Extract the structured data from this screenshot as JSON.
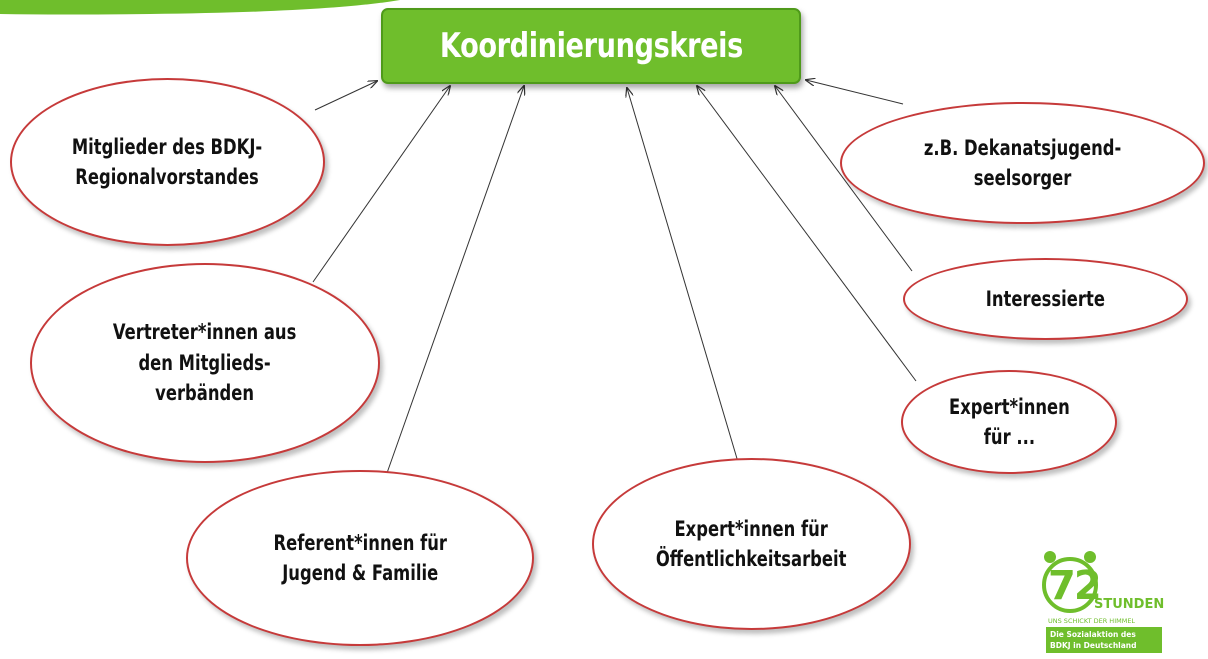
{
  "hub": {
    "label": "Koordinierungskreis"
  },
  "nodes": [
    {
      "id": "n1",
      "label": "Mitglieder des BDKJ-\nRegionalvorstandes"
    },
    {
      "id": "n2",
      "label": "Vertreter*innen aus\nden Mitglieds-\nverbänden"
    },
    {
      "id": "n3",
      "label": "Referent*innen für\nJugend & Familie"
    },
    {
      "id": "n4",
      "label": "Expert*innen für\nÖffentlichkeitsarbeit"
    },
    {
      "id": "n5",
      "label": "Expert*innen\nfür ..."
    },
    {
      "id": "n6",
      "label": "Interessierte"
    },
    {
      "id": "n7",
      "label": "z.B. Dekanatsjugend-\nseelsorger"
    }
  ],
  "logo": {
    "number": "72",
    "word": "STUNDEN",
    "tagline": "UNS SCHICKT DER HIMMEL",
    "box_text": "Die Sozialaktion des\nBDKJ in Deutschland"
  },
  "colors": {
    "hub_fill": "#6fbe2c",
    "node_border": "#c63a3a",
    "accent_green": "#6fbe2c"
  }
}
